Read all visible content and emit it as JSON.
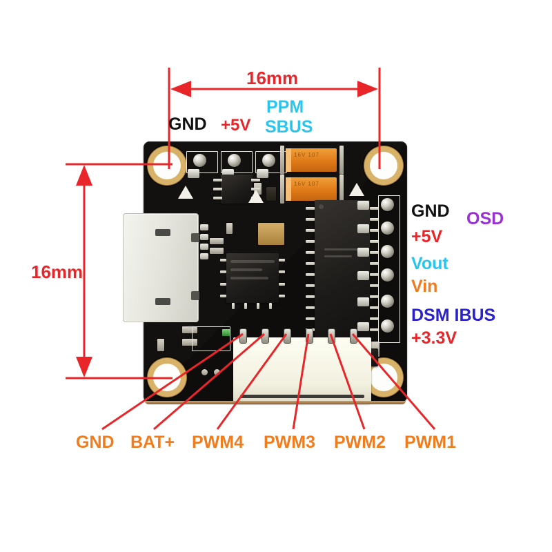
{
  "diagram": {
    "title": "Flight controller board pinout diagram",
    "colors": {
      "dimension_red": "#e8262a",
      "pcb_black": "#100f0d",
      "pad_gold": "#d8b268",
      "cap_orange": "#e07a18",
      "label_black": "#111111",
      "label_red": "#e8262a",
      "label_cyan": "#29c5ee",
      "label_orange": "#f07c1e",
      "label_purple": "#9a31d6",
      "label_blue": "#2a22c8"
    },
    "dimensions": {
      "width": {
        "value": "16mm",
        "orientation": "horizontal"
      },
      "height": {
        "value": "16mm",
        "orientation": "vertical"
      }
    },
    "top_labels": [
      {
        "text": "GND",
        "color": "black"
      },
      {
        "text": "+5V",
        "color": "red"
      },
      {
        "text": "PPM",
        "color": "cyan"
      },
      {
        "text": "SBUS",
        "color": "cyan"
      }
    ],
    "right_labels": [
      {
        "text": "GND",
        "color": "black"
      },
      {
        "text": "OSD",
        "color": "purple"
      },
      {
        "text": "+5V",
        "color": "red"
      },
      {
        "text": "Vout",
        "color": "cyan"
      },
      {
        "text": "Vin",
        "color": "orange"
      },
      {
        "text": "DSM IBUS",
        "color": "blue"
      },
      {
        "text": "+3.3V",
        "color": "red"
      }
    ],
    "bottom_labels": [
      {
        "text": "GND",
        "color": "orange"
      },
      {
        "text": "BAT+",
        "color": "orange"
      },
      {
        "text": "PWM4",
        "color": "orange"
      },
      {
        "text": "PWM3",
        "color": "orange"
      },
      {
        "text": "PWM2",
        "color": "orange"
      },
      {
        "text": "PWM1",
        "color": "orange"
      }
    ],
    "board": {
      "components": [
        {
          "name": "usb-micro-connector"
        },
        {
          "name": "mcu-chip"
        },
        {
          "name": "gyro-chip"
        },
        {
          "name": "tantalum-capacitor-1"
        },
        {
          "name": "tantalum-capacitor-2"
        },
        {
          "name": "white-jst-connector"
        },
        {
          "name": "mounting-hole-top-left"
        },
        {
          "name": "mounting-hole-top-right"
        },
        {
          "name": "mounting-hole-bottom-left"
        },
        {
          "name": "mounting-hole-bottom-right"
        }
      ]
    }
  }
}
